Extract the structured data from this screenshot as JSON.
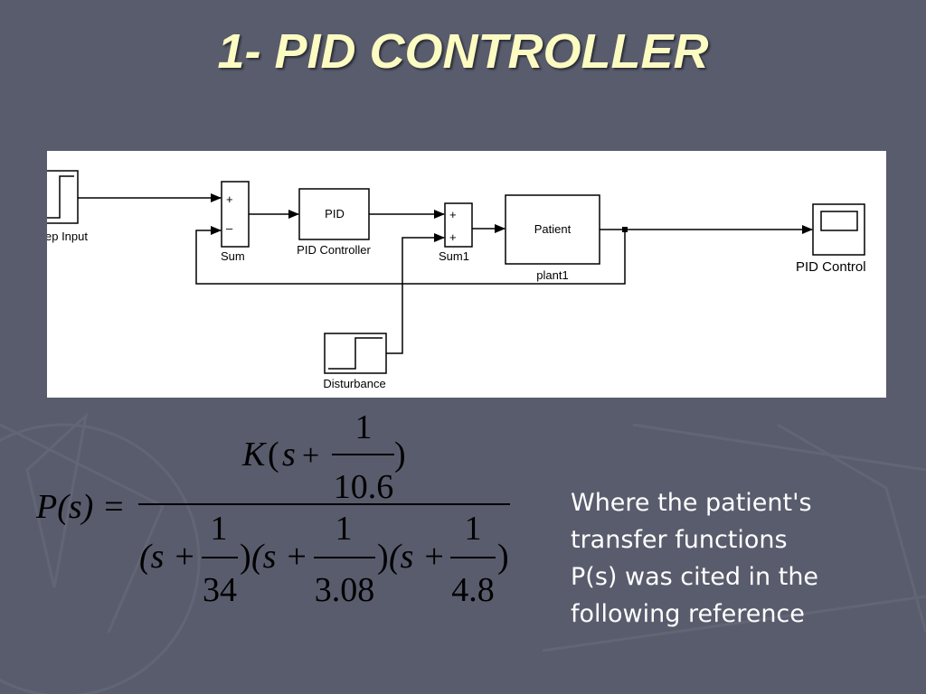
{
  "slide": {
    "title": "1- PID CONTROLLER"
  },
  "diagram": {
    "blocks": {
      "step_input": "ep Input",
      "sum": "Sum",
      "pid_block_text": "PID",
      "pid_controller": "PID Controller",
      "sum1": "Sum1",
      "patient_block_text": "Patient",
      "plant": "plant1",
      "disturbance": "Disturbance",
      "scope": "PID Control"
    },
    "signs": {
      "sum_top": "+",
      "sum_bottom": "–",
      "sum1_top": "+",
      "sum1_bottom": "+"
    }
  },
  "formula": {
    "lhs": "P(s) =",
    "numerator": {
      "K": "K",
      "open": "(",
      "s": "s",
      "plus": "+",
      "frac_num": "1",
      "frac_den": "10.6",
      "close": ")"
    },
    "denominator": [
      {
        "frac_num": "1",
        "frac_den": "34"
      },
      {
        "frac_num": "1",
        "frac_den": "3.08"
      },
      {
        "frac_num": "1",
        "frac_den": "4.8"
      }
    ],
    "factor_prefix": "(s +",
    "factor_suffix": ")"
  },
  "description": {
    "lines": [
      "Where the patient's",
      "transfer functions",
      "P(s) was cited in the",
      "following reference"
    ]
  },
  "colors": {
    "background": "#595c6c",
    "title": "#fcfcc2",
    "text": "#ffffff"
  }
}
